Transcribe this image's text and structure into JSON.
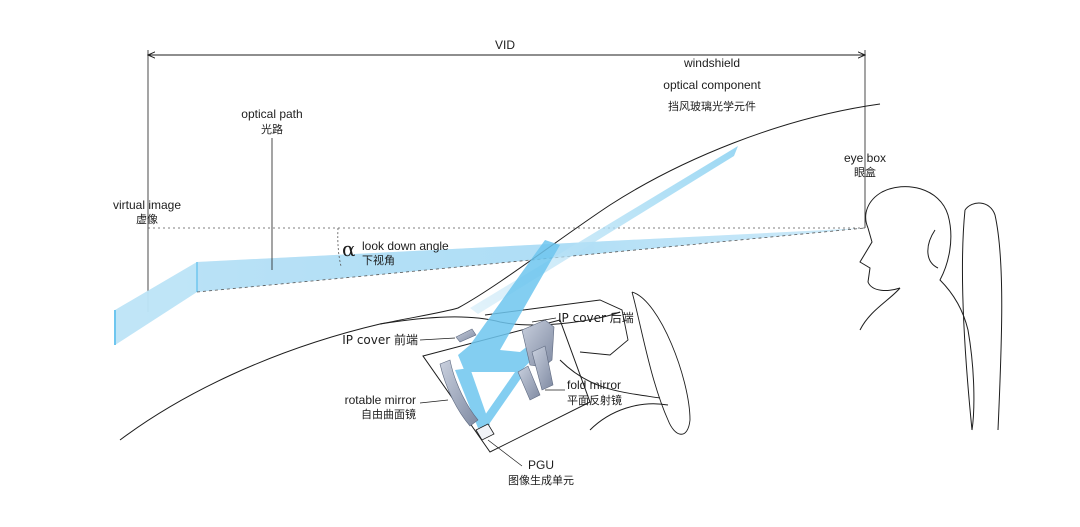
{
  "diagram": {
    "vid": "VID",
    "windshield": "windshield",
    "optical_component_en": "optical component",
    "optical_component_cn": "挡风玻璃光学元件",
    "optical_path_en": "optical path",
    "optical_path_cn": "光路",
    "virtual_image_en": "virtual image",
    "virtual_image_cn": "虚像",
    "eye_box_en": "eye box",
    "eye_box_cn": "眼盒",
    "alpha_symbol": "α",
    "look_down_angle_en": "look down angle",
    "look_down_angle_cn": "下视角",
    "ip_cover_rear": "IP cover 后端",
    "ip_cover_front": "IP cover 前端",
    "rotable_mirror_en": "rotable mirror",
    "rotable_mirror_cn": "自由曲面镜",
    "fold_mirror_en": "fold mirror",
    "fold_mirror_cn": "平面反射镜",
    "pgu_en": "PGU",
    "pgu_cn": "图像生成单元"
  },
  "colors": {
    "beam": "#6ec6ef",
    "beam_light": "#cfeaf8",
    "line": "#1d1d1d",
    "component": "#8e9ab0"
  }
}
